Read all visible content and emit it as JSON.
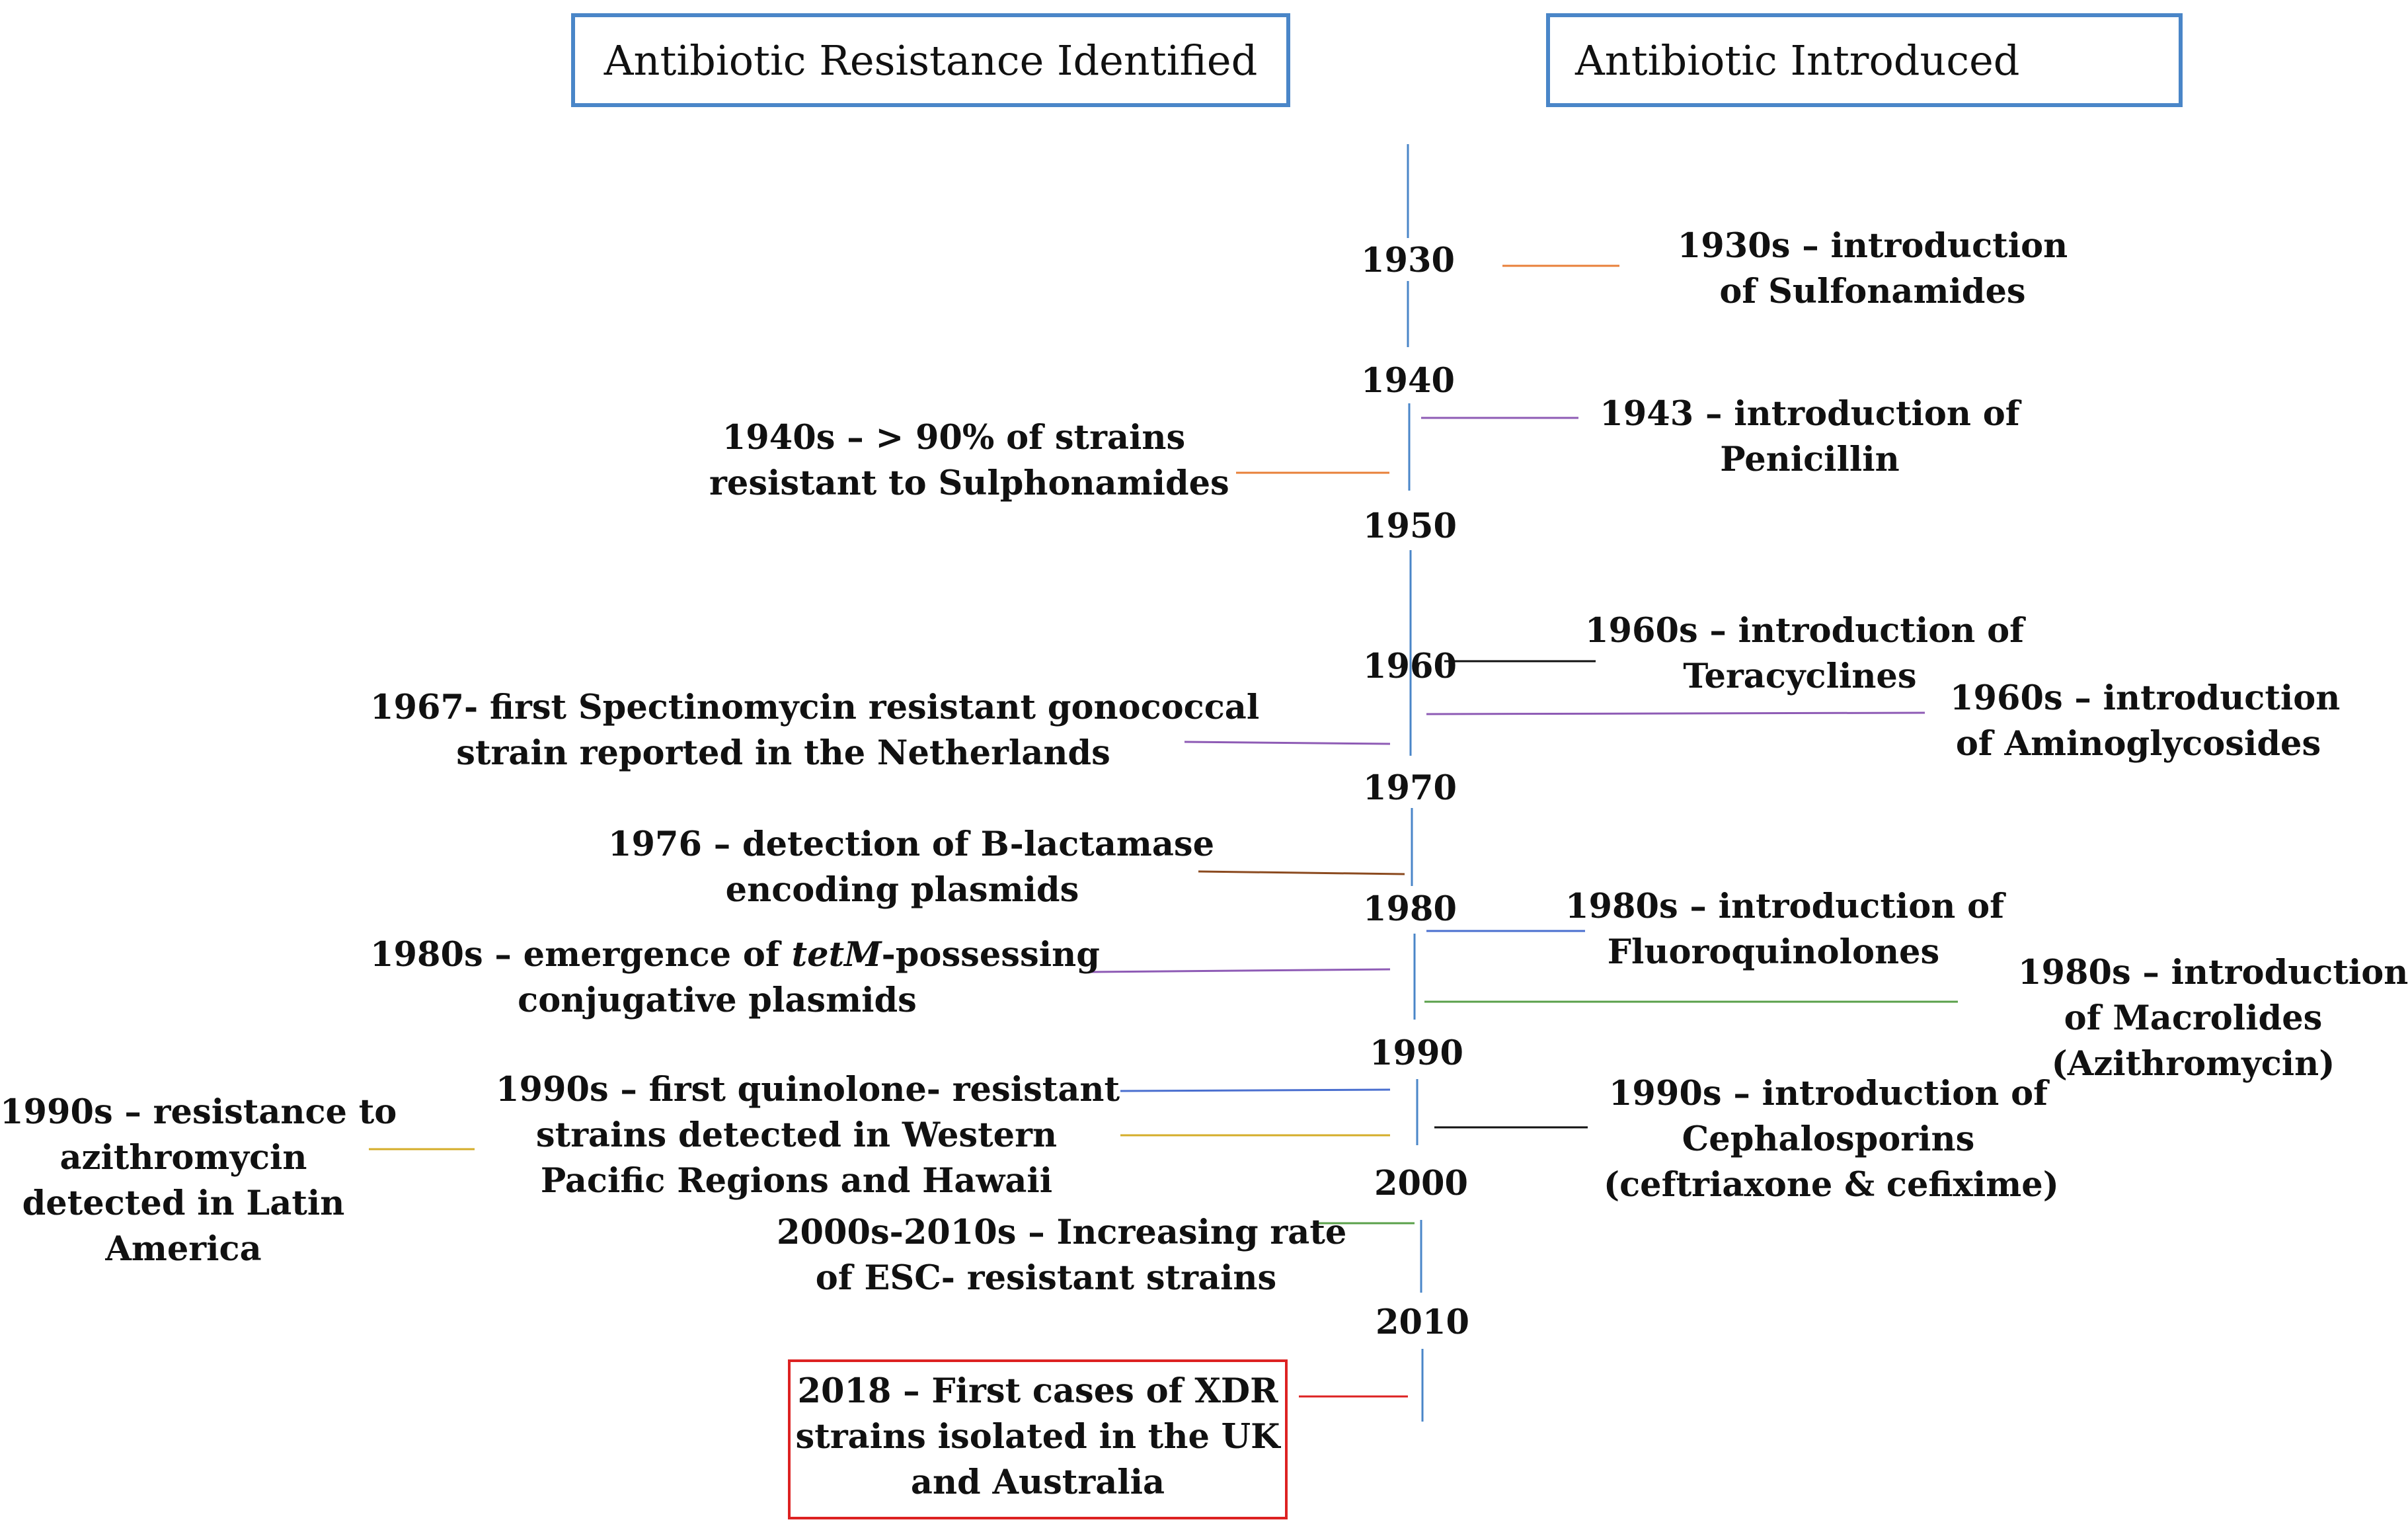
{
  "headers": {
    "resistance": "Antibiotic Resistance Identified",
    "introduced": "Antibiotic Introduced"
  },
  "years": [
    "1930",
    "1940",
    "1950",
    "1960",
    "1970",
    "1980",
    "1990",
    "2000",
    "2010"
  ],
  "introduced": {
    "sulfonamides": [
      "1930s – introduction",
      "of Sulfonamides"
    ],
    "penicillin": [
      "1943 – introduction of",
      "Penicillin"
    ],
    "tetracyclines": [
      "1960s – introduction of",
      "Teracyclines"
    ],
    "aminoglycosides": [
      "1960s – introduction",
      "of Aminoglycosides"
    ],
    "fluoroquinolones": [
      "1980s – introduction of",
      "Fluoroquinolones"
    ],
    "macrolides": [
      "1980s – introduction",
      "of Macrolides",
      "(Azithromycin)"
    ],
    "cephalosporins": [
      "1990s – introduction of",
      "Cephalosporins",
      "(ceftriaxone & cefixime)"
    ]
  },
  "resistance": {
    "sulphonamides": [
      "1940s – > 90% of strains",
      "resistant to Sulphonamides"
    ],
    "spectinomycin": [
      "1967- first Spectinomycin resistant gonococcal",
      "strain reported in the Netherlands"
    ],
    "b_lactamase": [
      "1976 – detection of B-lactamase",
      "encoding plasmids"
    ],
    "tetm": {
      "line1_before": "1980s – emergence of ",
      "line1_italic": "tetM",
      "line1_after": "-possessing",
      "line2": "conjugative plasmids"
    },
    "quinolone": [
      "1990s – first quinolone- resistant",
      "strains detected in Western",
      "Pacific Regions and Hawaii"
    ],
    "azithromycin": [
      "1990s – resistance to",
      "azithromycin",
      "detected in Latin",
      "America"
    ],
    "esc": [
      "2000s-2010s – Increasing rate",
      "of ESC- resistant strains"
    ],
    "xdr": [
      "2018 – First cases of XDR",
      "strains isolated in the UK",
      "and Australia"
    ]
  },
  "colors": {
    "axis": "#4a86c8",
    "orange": "#e8803a",
    "purple": "#8e5bb5",
    "black": "#111111",
    "brown": "#8b4a1f",
    "blue": "#4a6fcf",
    "green": "#5aa04a",
    "gold": "#d4ad2a",
    "red": "#dd2222"
  }
}
